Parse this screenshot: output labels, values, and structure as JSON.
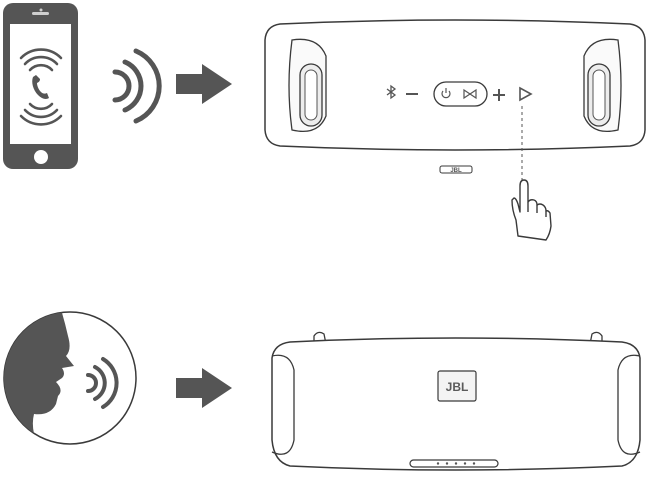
{
  "figure": {
    "rows": [
      {
        "id": "phone-call",
        "source": "phone-with-call-signal-icon",
        "arrow": "right-arrow-icon",
        "target": "speaker-top-control-panel",
        "gesture": "pointing-hand-icon"
      },
      {
        "id": "voice-command",
        "source": "speaking-head-icon",
        "arrow": "right-arrow-icon",
        "target": "speaker-front-view"
      }
    ],
    "speaker_brand": "JBL",
    "control_icons": [
      "bluetooth-icon",
      "minus-icon",
      "power-icon",
      "connect-icon",
      "plus-icon",
      "play-icon"
    ],
    "colors": {
      "stroke": "#3a3a3a",
      "fill_dark": "#555555",
      "fill_light": "#f4f4f4",
      "background": "#ffffff"
    }
  }
}
